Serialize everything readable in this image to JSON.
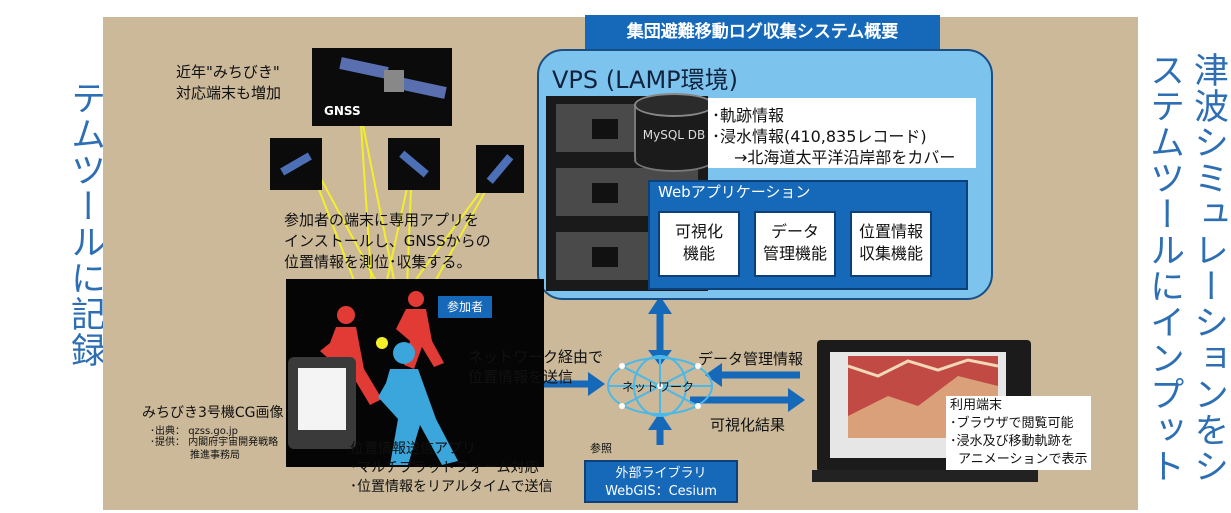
{
  "side_left": "集団避難移動ログをシステムツールに記録",
  "side_right": "津波シミュレーションをシステムツールにインプット",
  "title": "集団避難移動ログ収集システム概要",
  "vps": {
    "title": "VPS (LAMP環境)",
    "db_label": "MySQL DB",
    "db_info": [
      "･軌跡情報",
      "･浸水情報(410,835レコード)",
      "→北海道太平洋沿岸部をカバー"
    ],
    "webapp_title": "Webアプリケーション",
    "functions": [
      [
        "可視化",
        "機能"
      ],
      [
        "データ",
        "管理機能"
      ],
      [
        "位置情報",
        "収集機能"
      ]
    ]
  },
  "gnss": {
    "note": [
      "近年\"みちびき\"",
      "対応端末も増加"
    ],
    "label": "GNSS"
  },
  "install_text": [
    "参加者の端末に専用アプリを",
    "インストールし、GNSSからの",
    "位置情報を測位･収集する。"
  ],
  "participant_tag": "参加者",
  "michibiki": {
    "caption": "みちびき3号機CG画像",
    "source_label": "･出典：",
    "source_value": "qzss.go.jp",
    "provider_label": "･提供：",
    "provider_value": [
      "内閣府宇宙開発戦略",
      "推進事務局"
    ]
  },
  "app": {
    "title": "位置情報送信アプリ",
    "features": [
      "･マルチプラットフォーム対応",
      "･位置情報をリアルタイムで送信"
    ]
  },
  "network": {
    "label": "ネットワーク",
    "send_text": [
      "ネットワーク経由で",
      "位置情報を送信"
    ],
    "data_mgmt": "データ管理情報",
    "vis_result": "可視化結果",
    "ref": "参照"
  },
  "library": {
    "line1": "外部ライブラリ",
    "line2": "WebGIS：Cesium"
  },
  "terminal": {
    "title": "利用端末",
    "features": [
      "･ブラウザで閲覧可能",
      "･浸水及び移動軌跡を",
      "アニメーションで表示"
    ]
  },
  "colors": {
    "panel": "#cbb99a",
    "accent": "#1668b9",
    "vps": "#7cc4ee",
    "side_text": "#2e6fb3"
  }
}
